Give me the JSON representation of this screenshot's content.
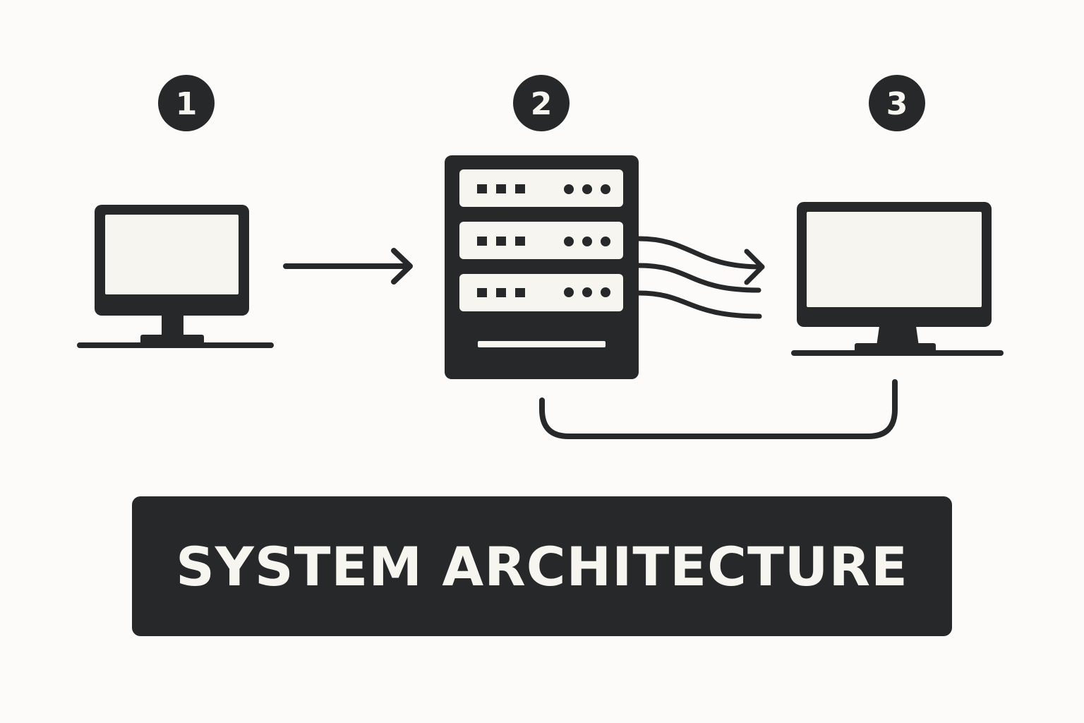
{
  "colors": {
    "background": "#fcfbf9",
    "ink": "#262829",
    "light": "#f7f5f0"
  },
  "steps": [
    {
      "number": "1",
      "icon": "client-monitor-icon"
    },
    {
      "number": "2",
      "icon": "server-rack-icon"
    },
    {
      "number": "3",
      "icon": "output-monitor-icon"
    }
  ],
  "banner": {
    "title": "SYSTEM ARCHITECTURE"
  }
}
